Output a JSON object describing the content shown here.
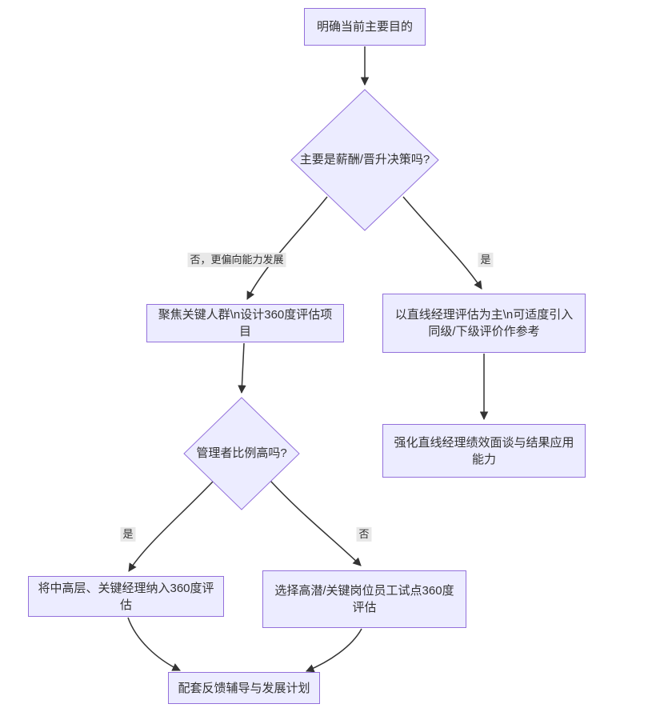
{
  "diagram": {
    "nodes": {
      "purpose": {
        "label": "明确当前主要目的"
      },
      "decision1": {
        "label": "主要是薪酬/晋升决策吗?"
      },
      "focus": {
        "label": "聚焦关键人群\\n设计360度评估项目"
      },
      "manager_based": {
        "label": "以直线经理评估为主\\n可适度引入同级/下级评价作参考"
      },
      "strengthen": {
        "label": "强化直线经理绩效面谈与结果应用能力"
      },
      "decision2": {
        "label": "管理者比例高吗?"
      },
      "include_mid": {
        "label": "将中高层、关键经理纳入360度评估"
      },
      "pilot": {
        "label": "选择高潜/关键岗位员工试点360度评估"
      },
      "support": {
        "label": "配套反馈辅导与发展计划"
      }
    },
    "edge_labels": {
      "no_dev": "否，更偏向能力发展",
      "yes1": "是",
      "yes2": "是",
      "no2": "否"
    },
    "colors": {
      "node_fill": "#ECECFF",
      "node_border": "#9370DB",
      "edge": "#333333",
      "text": "#333333",
      "label_bg": "#e8e8e8"
    }
  }
}
